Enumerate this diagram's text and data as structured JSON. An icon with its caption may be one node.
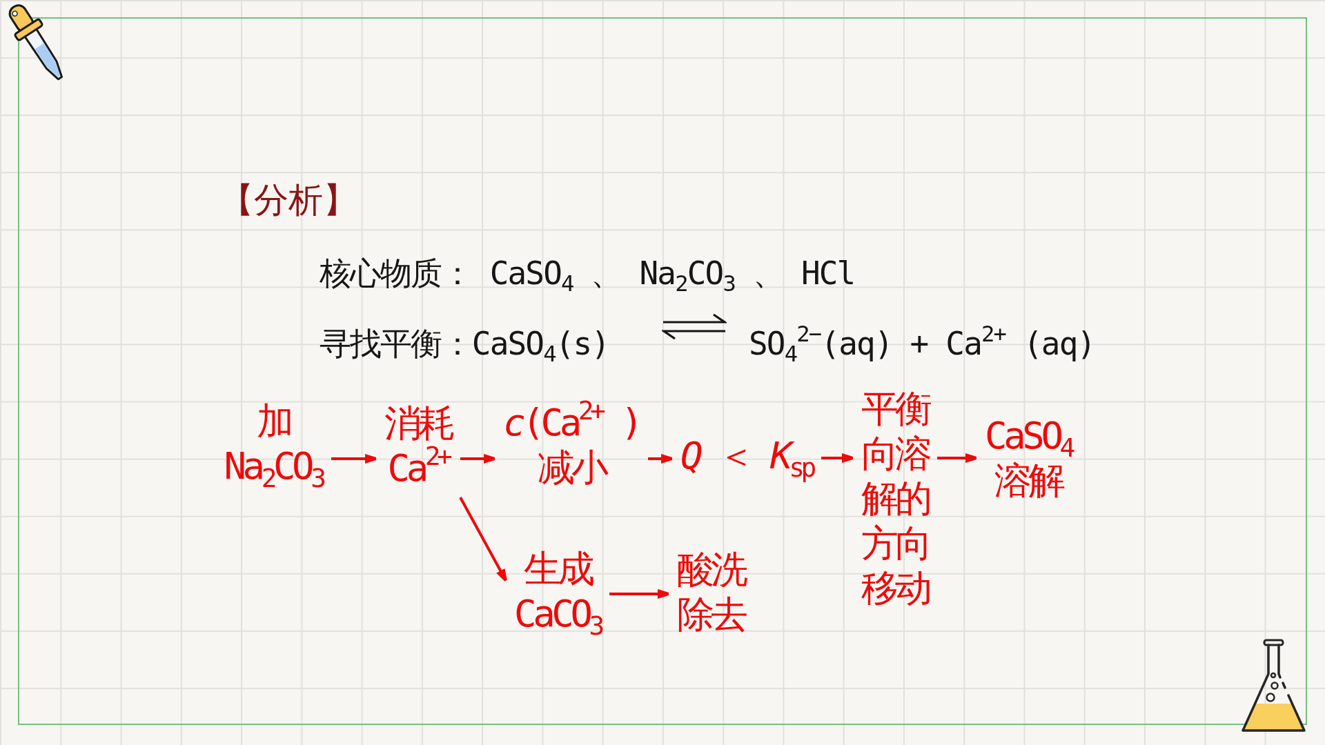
{
  "diagram": {
    "title": "【分析】",
    "nodes": [
      {
        "text": [
          "加Na$_{2}$CO$_{3}$"
        ]
      },
      {
        "text": [
          "消耗Ca$^{2+}$"
        ]
      },
      {
        "text": [
          "*c*(Ca$^{2+}$ )减小"
        ]
      },
      {
        "text": [
          "*Q* ＜ *K*$_{sp}$"
        ]
      },
      {
        "text": [
          "平衡向溶解的方向移动"
        ]
      },
      {
        "text": [
          "CaSO$_{4}$溶解"
        ]
      },
      {
        "text": [
          "生成CaCO$_{3}$"
        ]
      },
      {
        "text": [
          "酸洗除去"
        ]
      }
    ],
    "edges": [
      {
        "from": 0,
        "to": 1,
        "arrow": "to"
      },
      {
        "from": 1,
        "to": 2,
        "arrow": "to"
      },
      {
        "from": 2,
        "to": 3,
        "arrow": "to"
      },
      {
        "from": 3,
        "to": 4,
        "arrow": "to"
      },
      {
        "from": 4,
        "to": 5,
        "arrow": "to"
      },
      {
        "from": 1,
        "to": 6,
        "arrow": "to"
      },
      {
        "from": 6,
        "to": 7,
        "arrow": "to"
      }
    ],
    "labels": [
      "核心物质： CaSO$_{4}$ 、 Na$_{2}$CO$_{3}$ 、 HCl",
      "寻找平衡：CaSO$_{4}$(s)",
      "SO$_{4}$$^{2−}$(aq) + Ca$^{2+}$ (aq)"
    ]
  }
}
